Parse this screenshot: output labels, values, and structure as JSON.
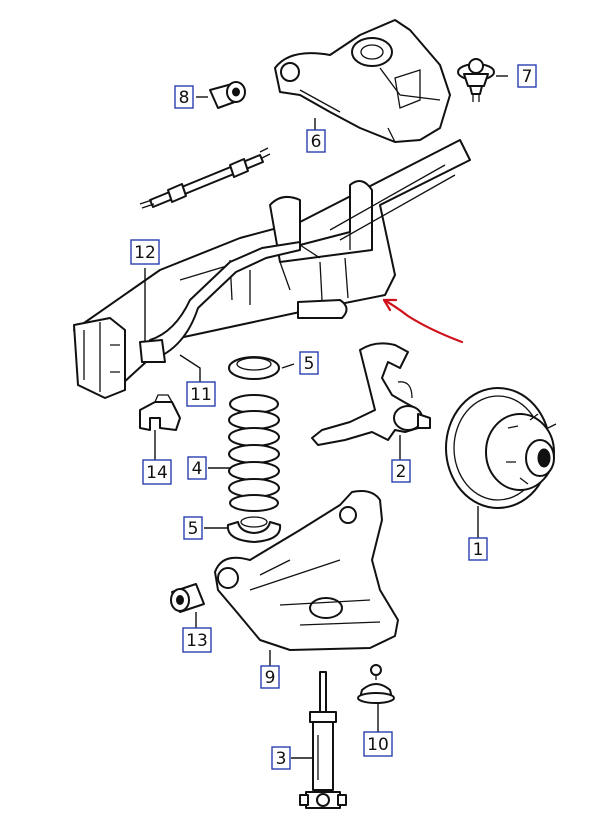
{
  "diagram": {
    "callouts": [
      {
        "id": "c1",
        "label": "1"
      },
      {
        "id": "c2",
        "label": "2"
      },
      {
        "id": "c3",
        "label": "3"
      },
      {
        "id": "c4",
        "label": "4"
      },
      {
        "id": "c5a",
        "label": "5"
      },
      {
        "id": "c5b",
        "label": "5"
      },
      {
        "id": "c6",
        "label": "6"
      },
      {
        "id": "c7",
        "label": "7"
      },
      {
        "id": "c8",
        "label": "8"
      },
      {
        "id": "c9",
        "label": "9"
      },
      {
        "id": "c10",
        "label": "10"
      },
      {
        "id": "c11",
        "label": "11"
      },
      {
        "id": "c12",
        "label": "12"
      },
      {
        "id": "c13",
        "label": "13"
      },
      {
        "id": "c14",
        "label": "14"
      }
    ],
    "colors": {
      "line": "#111111",
      "callout_box": "#2a3fb0",
      "annotation_arrow": "#d0101a"
    }
  }
}
